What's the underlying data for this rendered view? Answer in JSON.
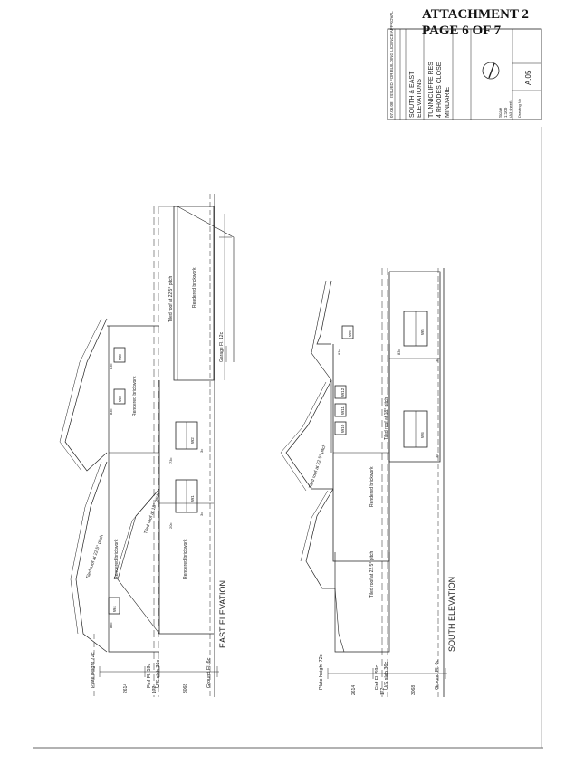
{
  "header": {
    "line1": "ATTACHMENT 2",
    "line2": "PAGE 6 OF 7"
  },
  "title_block": {
    "issue_note": "ISSUED FOR BUILDING LICENCE APPROVAL",
    "issue_date": "07.06.08",
    "sheet_title_1": "SOUTH & EAST",
    "sheet_title_2": "ELEVATIONS",
    "project_1": "TUNNICLIFFE RES",
    "project_2": "4 RHODES CLOSE",
    "project_3": "MINDARIE",
    "scale_label": "Scale",
    "scale_value": "1:100",
    "size_label": "(A3 sheet)",
    "drawing_no_label": "Drawing No",
    "drawing_no": "A.05"
  },
  "east_elevation": {
    "title": "EAST ELEVATION",
    "plate_height": "Plate height 72c",
    "finished_floor": "Finf Fl. 59c",
    "lower_floor": "U/S slab 36c",
    "ground": "Ground Fl. 6c",
    "dim_1": "2614",
    "dim_2": "172",
    "dim_3": "3068",
    "roof_note_1": "Tiled roof at 22.5° pitch",
    "roof_note_2": "Tiled roof at 18° pitch",
    "roof_note_3": "Tiled roof at 22.5° pitch",
    "wall_note_1": "Rendered brickwork",
    "wall_note_2": "Rendered brickwork",
    "wall_note_3": "Rendered brickwork",
    "wall_note_4": "Rendered brickwork",
    "garage_level": "Garage Fl. 12c",
    "window_tags": [
      "W8",
      "W3",
      "W2",
      "W1",
      "W4"
    ],
    "level_tags": [
      "83c",
      "83c",
      "83c",
      "73c",
      "20c",
      "3c",
      "3c"
    ]
  },
  "south_elevation": {
    "title": "SOUTH ELEVATION",
    "plate_height": "Plate height 72c",
    "finished_floor": "Finf Fl. 59c",
    "lower_floor": "U/S slab 36c",
    "ground": "Ground Fl. 0c",
    "dim_1": "2614",
    "dim_2": "172",
    "dim_3": "3068",
    "roof_note_1": "Tiled roof at 22.5° pitch",
    "roof_note_2": "Tiled roof at 22.5° pitch",
    "roof_note_3": "Tiled roof at 18° pitch",
    "wall_note_1": "Rendered brickwork",
    "window_tags": [
      "W9",
      "W10",
      "W11",
      "W12",
      "W5",
      "W6"
    ],
    "level_tags": [
      "83c",
      "83c",
      "3c",
      "3c"
    ]
  }
}
